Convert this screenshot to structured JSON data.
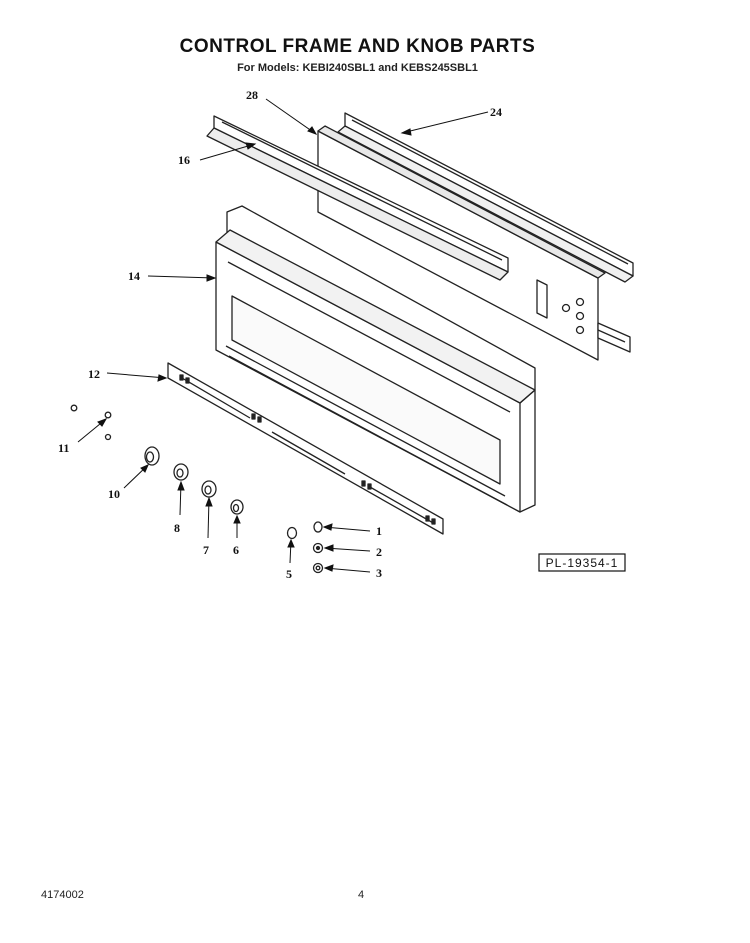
{
  "page": {
    "title": "CONTROL FRAME AND KNOB PARTS",
    "subtitle": "For Models: KEBI240SBL1 and KEBS245SBL1",
    "plate_id": "PL-19354-1",
    "doc_number": "4174002",
    "page_number": "4"
  },
  "callouts": [
    "1",
    "2",
    "3",
    "5",
    "6",
    "7",
    "8",
    "10",
    "11",
    "12",
    "14",
    "16",
    "24",
    "28"
  ]
}
